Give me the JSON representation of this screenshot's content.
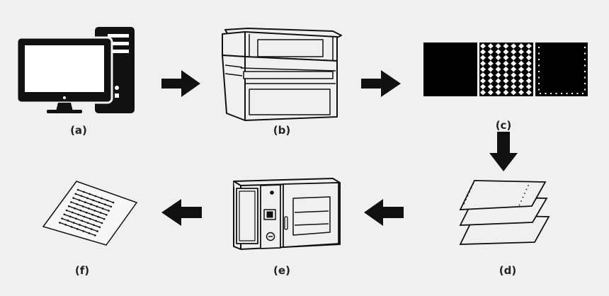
{
  "steps": [
    {
      "label": "(a)",
      "icon": "computer-icon"
    },
    {
      "label": "(b)",
      "icon": "laser-cutter-icon"
    },
    {
      "label": "(c)",
      "icon": "cut-pattern-layers-icon"
    },
    {
      "label": "(d)",
      "icon": "stacked-sheets-icon"
    },
    {
      "label": "(e)",
      "icon": "oven-icon"
    },
    {
      "label": "(f)",
      "icon": "patterned-sheet-icon"
    }
  ],
  "colors": {
    "background": "#f0f0f0",
    "ink": "#111111",
    "label": "#222222"
  }
}
